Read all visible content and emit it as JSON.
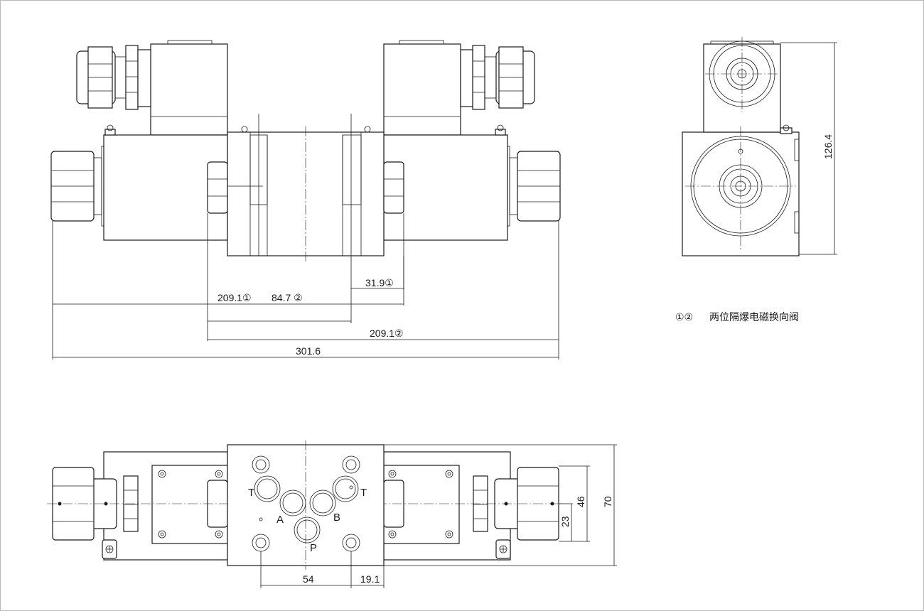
{
  "dimensions": {
    "d_31_9": "31.9①",
    "d_209_1_a": "209.1①",
    "d_84_7": "84.7 ②",
    "d_209_1_b": "209.1②",
    "d_301_6": "301.6",
    "d_126_4": "126.4",
    "d_54": "54",
    "d_19_1": "19.1",
    "d_70": "70",
    "d_46": "46",
    "d_23": "23"
  },
  "ports": {
    "T_left": "T",
    "A": "A",
    "B": "B",
    "T_right": "T",
    "P": "P"
  },
  "note": {
    "markers": "①②",
    "text": "两位隔爆电磁换向阀"
  }
}
